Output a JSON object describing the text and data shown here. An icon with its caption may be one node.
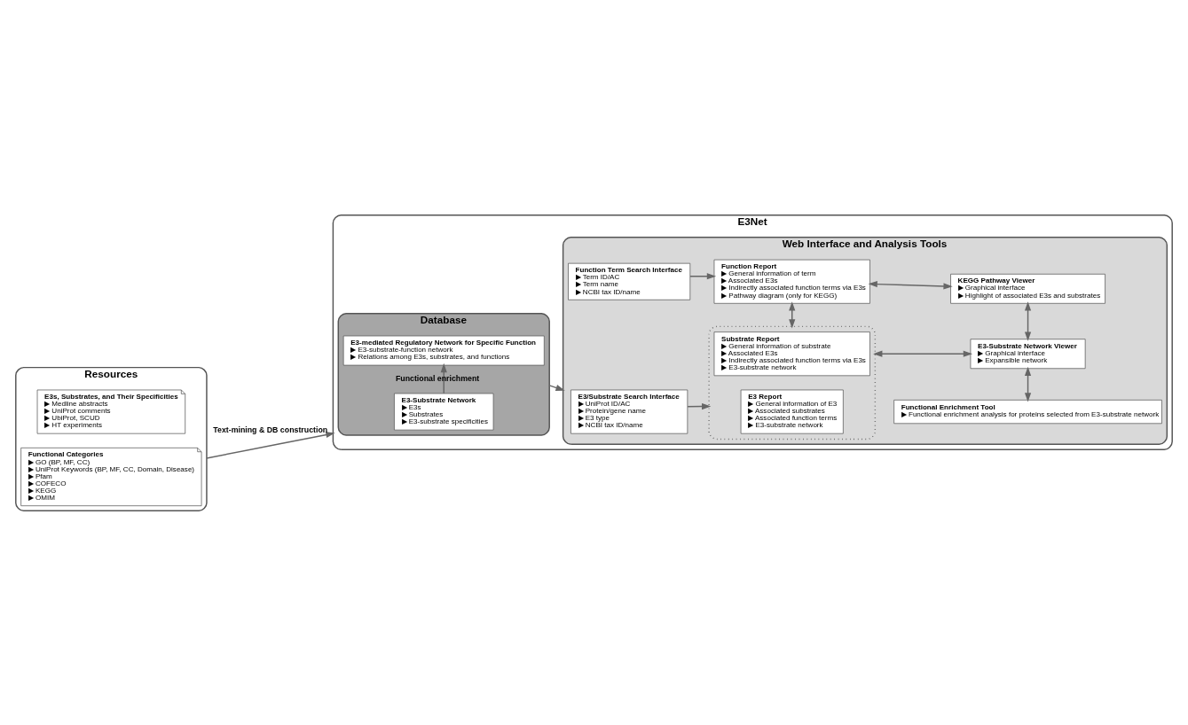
{
  "diagram": {
    "nodes": [
      {
        "text": [
          "Resources"
        ]
      },
      {
        "text": [
          "E3s, Substrates, and Their Specificities",
          "▶ Medline abstracts",
          "▶ UniProt comments",
          "▶ UbiProt, SCUD",
          "▶ HT experiments"
        ],
        "in": 0
      },
      {
        "text": [
          "Functional Categories",
          "▶ GO (BP, MF, CC)",
          "▶ UniProt Keywords (BP, MF, CC, Domain, Disease)",
          "▶ Pfam",
          "▶ COFECO",
          "▶ KEGG",
          "▶ OMIM"
        ],
        "in": 0
      },
      {
        "text": [
          "E3Net"
        ]
      },
      {
        "text": [
          "Database"
        ],
        "in": 3
      },
      {
        "text": [
          "E3-Substrate Network",
          "▶ E3s",
          "▶ Substrates",
          "▶ E3-substrate specificities"
        ],
        "in": 4
      },
      {
        "text": [
          "E3-mediated Regulatory Network for Specific Function",
          "▶ E3-substrate-function network",
          "▶ Relations among E3s, substrates, and functions"
        ],
        "in": 4
      },
      {
        "text": [
          "Web Interface and Analysis Tools"
        ],
        "in": 3
      },
      {
        "text": [
          "E3/Substrate Search Interface",
          "▶ UniProt ID/AC",
          "▶ Protein/gene name",
          "▶ E3 type",
          "▶ NCBI tax ID/name"
        ],
        "in": 7
      },
      {
        "text": [],
        "shape": "box",
        "in": 7
      },
      {
        "text": [
          "E3 Report",
          "▶ General information of E3",
          "▶ Associated substrates",
          "▶ Associated function terms",
          "▶ E3-substrate network"
        ],
        "in": 9
      },
      {
        "text": [
          "Substrate Report",
          "▶ General information of substrate",
          "▶ Associated E3s",
          "▶ Indirectly associated function terms via E3s",
          "▶ E3-substrate network"
        ],
        "in": 9
      },
      {
        "text": [
          "Functional Enrichment Tool",
          "▶ Functional enrichment analysis for proteins selected from E3-substrate network"
        ],
        "in": 7
      },
      {
        "text": [
          "E3-Substrate Network Viewer",
          "▶ Graphical interface",
          "▶ Expansible network"
        ],
        "in": 7
      },
      {
        "text": [
          "Function Term Search Interface",
          "▶ Term ID/AC",
          "▶ Term name",
          "▶ NCBI tax ID/name"
        ],
        "in": 7
      },
      {
        "text": [
          "Function Report",
          "▶ General information of term",
          "▶ Associated E3s",
          "▶ Indirectly associated function terms via E3s",
          "▶ Pathway diagram (only for KEGG)"
        ],
        "in": 7
      },
      {
        "text": [
          "KEGG Pathway Viewer",
          "▶ Graphical interface",
          "▶ Highlight of associated E3s and substrates"
        ],
        "in": 7
      }
    ],
    "edges": [
      {
        "from": 0,
        "to": 3,
        "arrow": "to",
        "label": "Text-mining & DB construction"
      },
      {
        "from": 5,
        "to": 6,
        "arrow": "to",
        "label": "Functional enrichment"
      },
      {
        "from": 4,
        "to": 7,
        "arrow": "to"
      },
      {
        "from": 8,
        "to": 9,
        "arrow": "to"
      },
      {
        "from": 9,
        "to": 13,
        "arrow": "both"
      },
      {
        "from": 12,
        "to": 13,
        "arrow": "both"
      },
      {
        "from": 13,
        "to": 16,
        "arrow": "both"
      },
      {
        "from": 9,
        "to": 15,
        "arrow": "both"
      },
      {
        "from": 14,
        "to": 15,
        "arrow": "to"
      },
      {
        "from": 15,
        "to": 16,
        "arrow": "both"
      }
    ]
  }
}
